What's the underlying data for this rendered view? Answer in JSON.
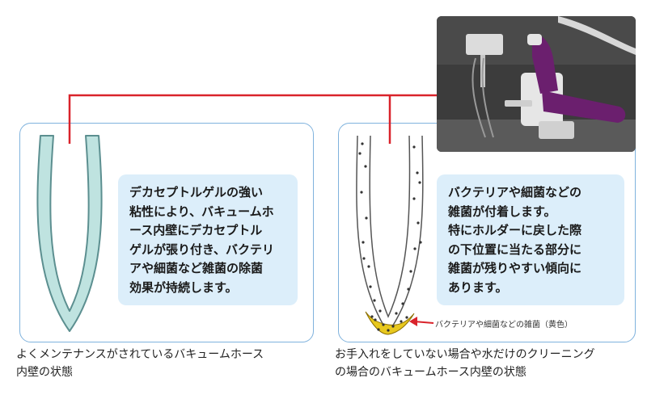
{
  "left_panel": {
    "description": "デカセプトルゲルの強い\n粘性により、バキュームホ\nース内壁にデカセプトル\nゲルが張り付き、バクテリ\nアや細菌など雑菌の除菌\n効果が持続します。",
    "caption": "よくメンテナンスがされているバキュームホース\n内壁の状態"
  },
  "right_panel": {
    "description": "バクテリアや細菌などの\n雑菌が付着します。\n特にホルダーに戻した際\nの下位置に当たる部分に\n雑菌が残りやすい傾向に\nあります。",
    "annotation": "バクテリアや細菌などの雑菌（黄色）",
    "caption": "お手入れをしていない場合や水だけのクリーニング\nの場合のバキュームホース内壁の状態"
  },
  "colors": {
    "panel_border": "#7fb2dd",
    "textbox_bg": "#dceefa",
    "hose_fill": "#bfe3e0",
    "connector": "#d9232b",
    "bacteria_yellow": "#e8c81e",
    "chair_purple": "#6b1f6e"
  }
}
